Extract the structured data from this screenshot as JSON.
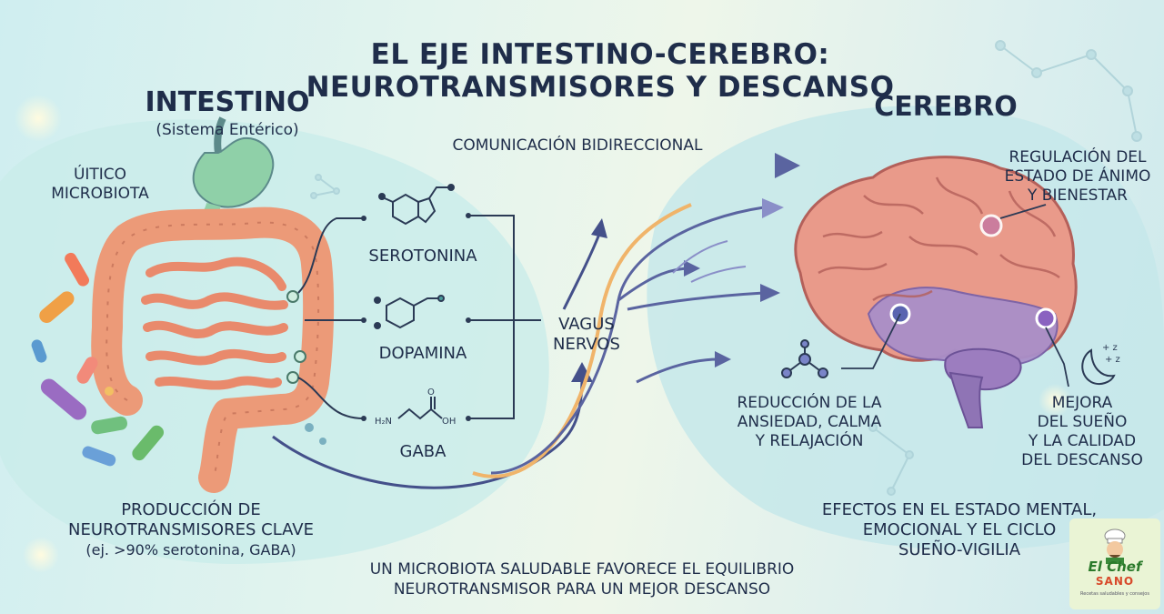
{
  "title_line1": "EL EJE INTESTINO-CEREBRO:",
  "title_line2": "NEUROTRANSMISORES Y DESCANSO",
  "intestine": {
    "heading": "INTESTINO",
    "subheading": "(Sistema Entérico)",
    "microbiota_line1": "ÚITICO",
    "microbiota_line2": "MICROBIOTA",
    "production_line1": "PRODUCCIÓN DE",
    "production_line2": "NEUROTRANSMISORES CLAVE",
    "production_line3": "(ej. >90% serotonina, GABA)"
  },
  "communication": "COMUNICACIÓN BIDIRECCIONAL",
  "neurotransmitters": [
    "SEROTONINA",
    "DOPAMINA",
    "GABA"
  ],
  "gaba_formula_left": "H₂N",
  "gaba_formula_right": "OH",
  "vagus_line1": "VAGUS",
  "vagus_line2": "NERVOS",
  "brain": {
    "heading": "CEREBRO",
    "mood_line1": "REGULACIÓN DEL",
    "mood_line2": "ESTADO DE ÁNIMO",
    "mood_line3": "Y BIENESTAR",
    "anxiety_line1": "REDUCCIÓN DE LA",
    "anxiety_line2": "ANSIEDAD, CALMA",
    "anxiety_line3": "Y RELAJACIÓN",
    "sleep_line1": "MEJORA",
    "sleep_line2": "DEL SUEÑO",
    "sleep_line3": "Y LA CALIDAD",
    "sleep_line4": "DEL DESCANSO",
    "effects_line1": "EFECTOS EN EL ESTADO MENTAL,",
    "effects_line2": "EMOCIONAL Y EL CICLO",
    "effects_line3": "SUEÑO-VIGILIA"
  },
  "bottom_line1": "UN MICROBIOTA SALUDABLE FAVORECE EL EQUILIBRIO",
  "bottom_line2": "NEUROTRANSMISOR PARA UN MEJOR DESCANSO",
  "logo": {
    "line1": "El Chef",
    "line2": "SANO",
    "tagline": "Recetas saludables y consejos"
  },
  "colors": {
    "text": "#1f2d4a",
    "intestine": "#ec9a78",
    "stomach": "#8fd0a8",
    "brain": "#e99a8a",
    "brain_lower": "#a98fc9",
    "arrow": "#5a5f98"
  }
}
